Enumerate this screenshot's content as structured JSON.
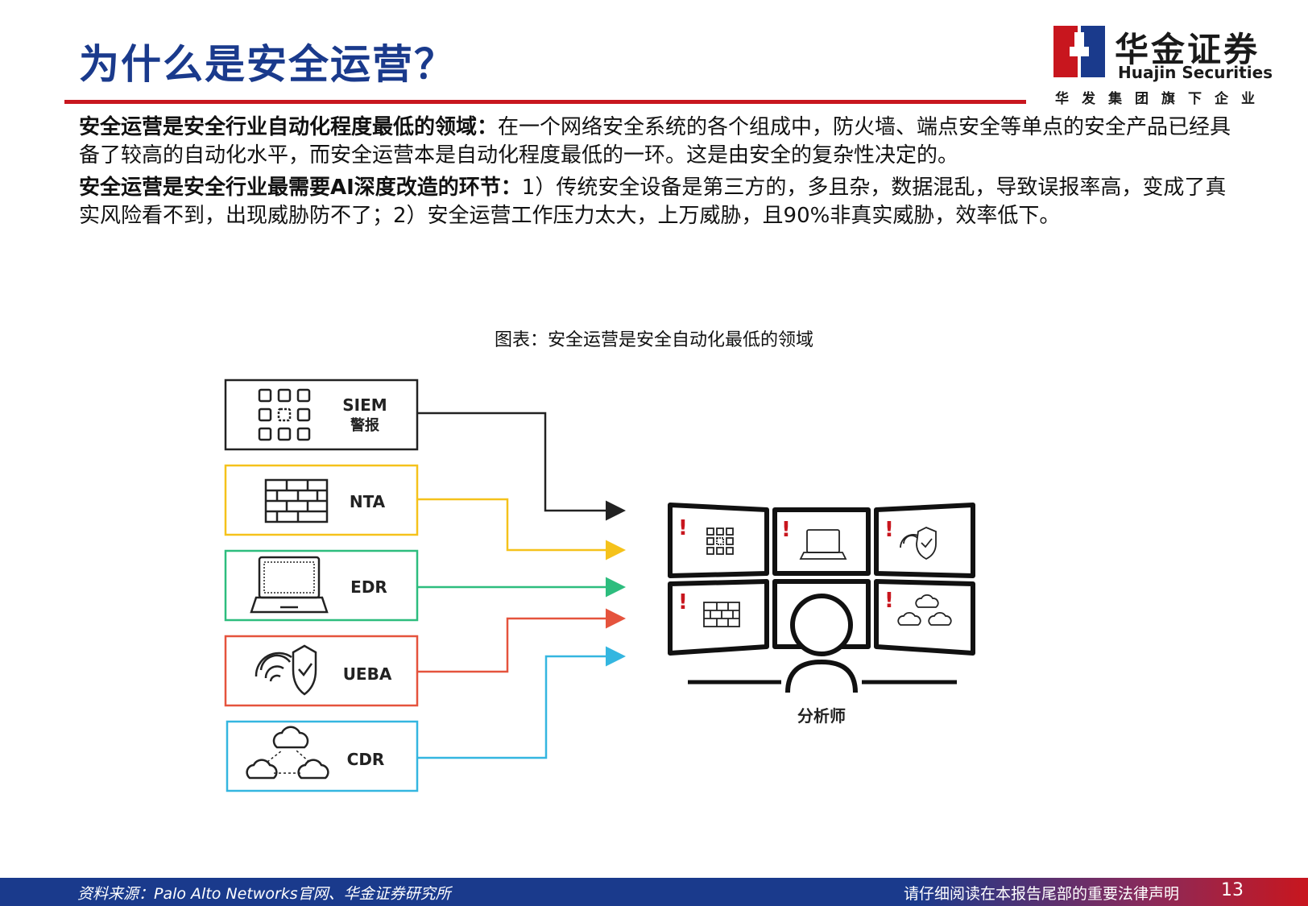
{
  "header": {
    "title": "为什么是安全运营？",
    "logo_cn": "华金证券",
    "logo_en": "Huajin Securities",
    "logo_sub": "华发集团旗下企业"
  },
  "body": {
    "p1_bold": "安全运营是安全行业自动化程度最低的领域：",
    "p1_text": "在一个网络安全系统的各个组成中，防火墙、端点安全等单点的安全产品已经具备了较高的自动化水平，而安全运营本是自动化程度最低的一环。这是由安全的复杂性决定的。",
    "p2_bold": "安全运营是安全行业最需要AI深度改造的环节：",
    "p2_text": "1）传统安全设备是第三方的，多且杂，数据混乱，导致误报率高，变成了真实风险看不到，出现威胁防不了；2）安全运营工作压力太大，上万威胁，且90%非真实威胁，效率低下。"
  },
  "figure": {
    "caption": "图表：安全运营是安全自动化最低的领域",
    "sources": [
      {
        "label": "SIEM",
        "sublabel": "警报",
        "icon": "grid-icon",
        "color": "#222222"
      },
      {
        "label": "NTA",
        "icon": "firewall-icon",
        "color": "#f5c21b"
      },
      {
        "label": "EDR",
        "icon": "laptop-icon",
        "color": "#2dbd7e"
      },
      {
        "label": "UEBA",
        "icon": "fingerprint-shield-icon",
        "color": "#e5533d"
      },
      {
        "label": "CDR",
        "icon": "cloud-icon",
        "color": "#34b6e0"
      }
    ],
    "analyst_label": "分析师",
    "alert_mark": "!"
  },
  "footer": {
    "source": "资料来源：Palo Alto Networks官网、华金证券研究所",
    "disclaimer": "请仔细阅读在本报告尾部的重要法律声明",
    "page_number": "13"
  },
  "colors": {
    "title_blue": "#1a3a8c",
    "brand_red": "#c8161e"
  }
}
